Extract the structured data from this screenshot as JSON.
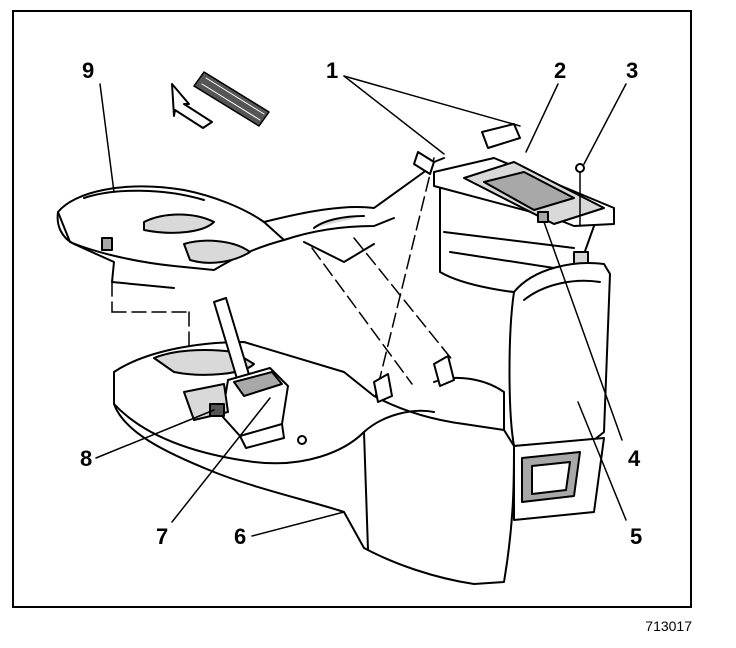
{
  "figure": {
    "number": "713017"
  },
  "callouts": {
    "c1": "1",
    "c2": "2",
    "c3": "3",
    "c4": "4",
    "c5": "5",
    "c6": "6",
    "c7": "7",
    "c8": "8",
    "c9": "9"
  },
  "colors": {
    "ink": "#000000",
    "paper": "#ffffff",
    "shade": "#d9d9d9",
    "shade_dark": "#a8a8a8"
  }
}
